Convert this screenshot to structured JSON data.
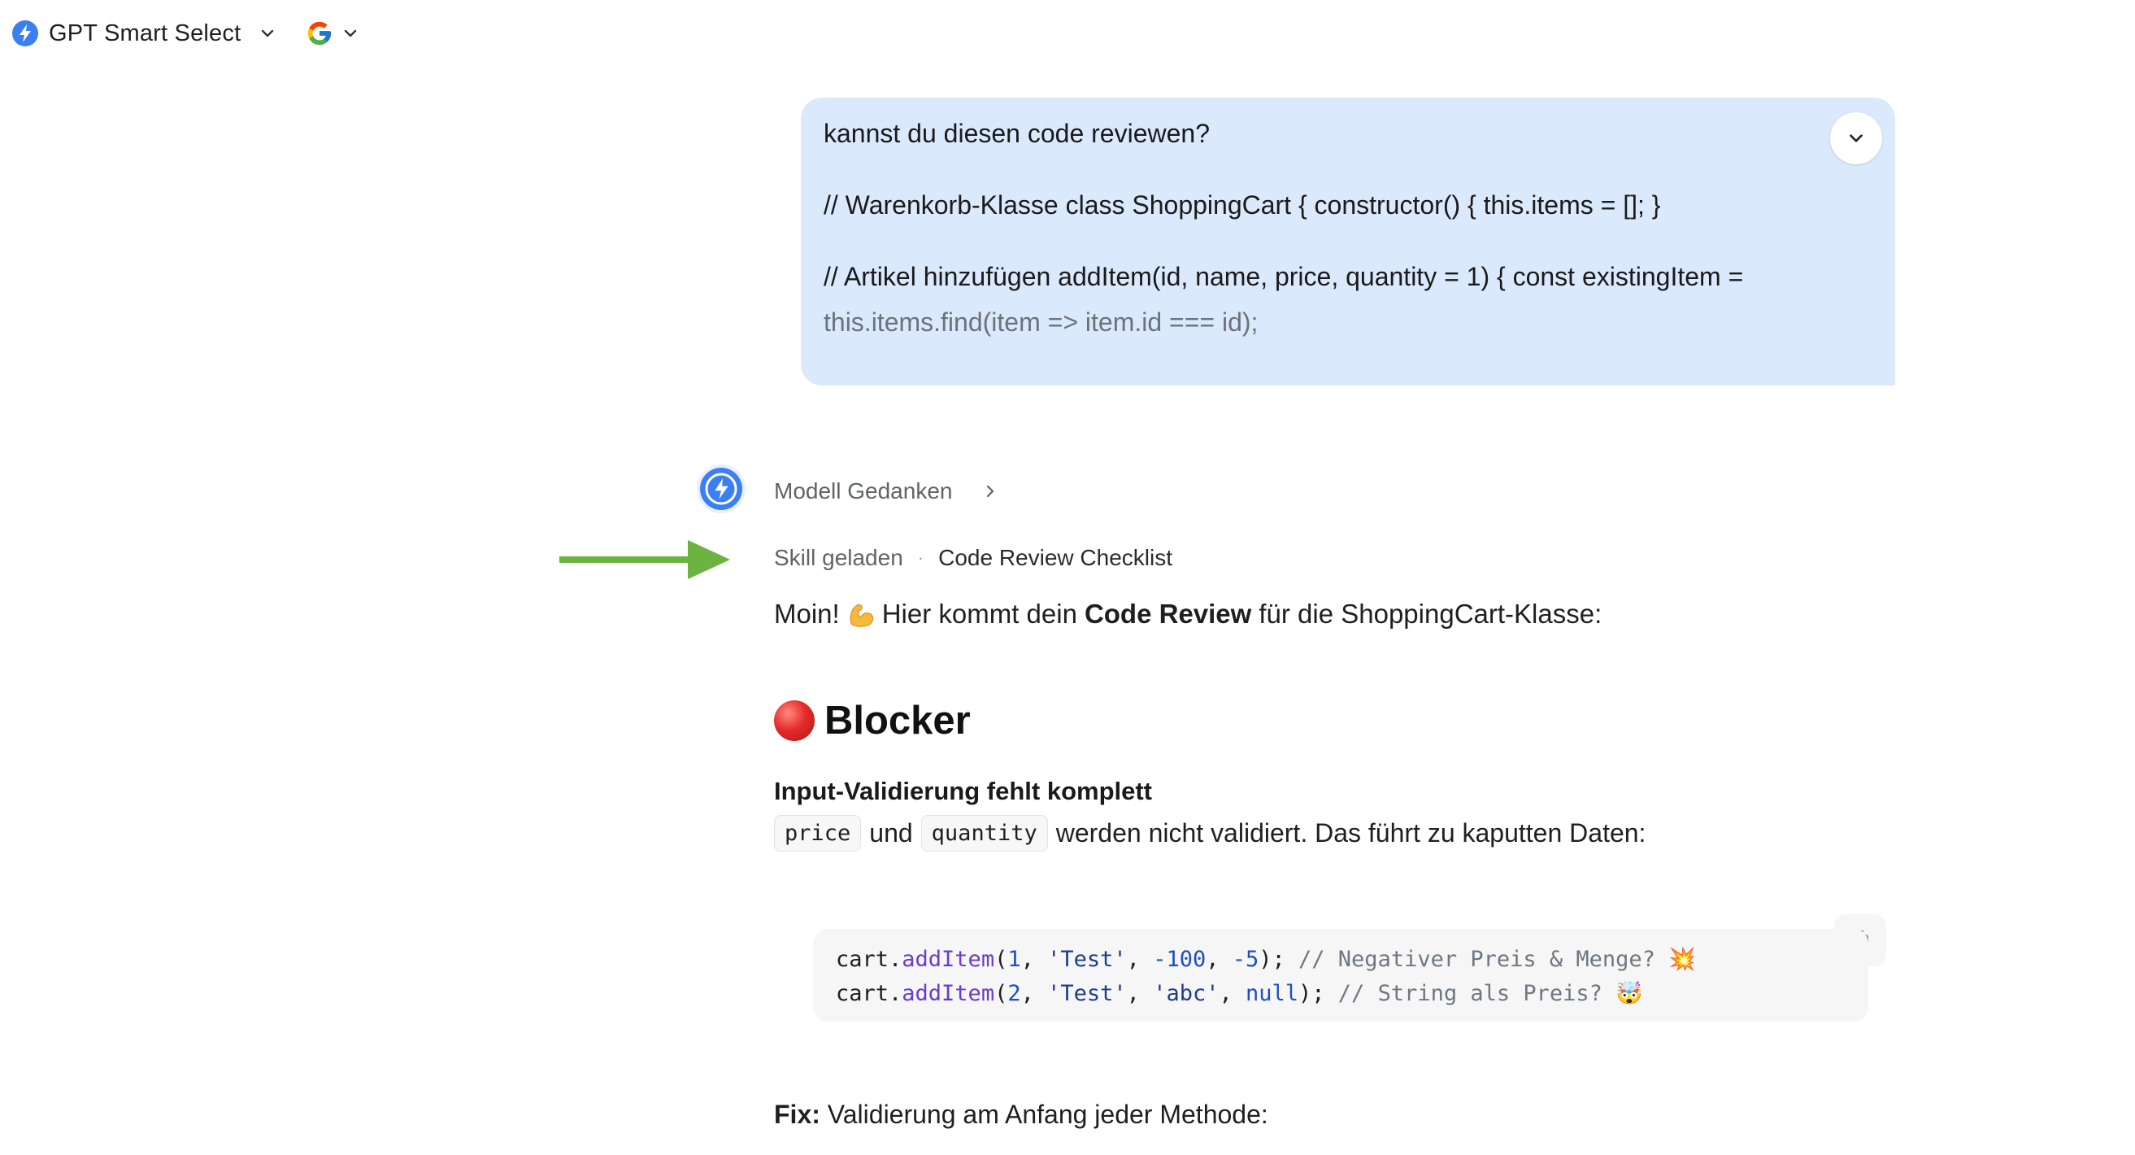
{
  "topbar": {
    "model_name": "GPT Smart Select",
    "model_icon": "lightning-circle-icon",
    "search_engine_icon": "google-g-icon"
  },
  "user_message": {
    "lines": [
      "kannst du diesen code reviewen?",
      "// Warenkorb-Klasse class ShoppingCart { constructor() { this.items = []; }",
      "// Artikel hinzufügen addItem(id, name, price, quantity = 1) { const existingItem =",
      "this.items.find(item => item.id === id);"
    ],
    "bubble_color": "#dbe9fd"
  },
  "assistant": {
    "thoughts_label": "Modell Gedanken",
    "skill_label": "Skill geladen",
    "skill_separator": "·",
    "skill_name": "Code Review Checklist",
    "greeting_pre": "Moin!",
    "greeting_mid": "Hier kommt dein",
    "greeting_bold": "Code Review",
    "greeting_post": "für die ShoppingCart-Klasse:",
    "blocker_heading": "Blocker",
    "sub_heading": "Input-Validierung fehlt komplett",
    "inline_code_1": "price",
    "inline_conj": "und",
    "inline_code_2": "quantity",
    "inline_tail": "werden nicht validiert. Das führt zu kaputten Daten:",
    "code_lines": [
      {
        "obj": "cart.",
        "fn": "addItem",
        "open": "(",
        "a1": "1",
        "c1": ", ",
        "a2": "'Test'",
        "c2": ", ",
        "a3": "-100",
        "c3": ", ",
        "a4": "-5",
        "close": "); ",
        "comment": "// Negativer Preis & Menge? 💥"
      },
      {
        "obj": "cart.",
        "fn": "addItem",
        "open": "(",
        "a1": "2",
        "c1": ", ",
        "a2": "'Test'",
        "c2": ", ",
        "a3": "'abc'",
        "c3": ", ",
        "a4": "null",
        "close": "); ",
        "comment": "// String als Preis? 🤯"
      }
    ],
    "fix_bold": "Fix:",
    "fix_text": "Validierung am Anfang jeder Methode:"
  },
  "colors": {
    "accent_blue": "#3b7ff2",
    "arrow_green": "#6db33f",
    "blocker_red": "#e52b2b"
  }
}
